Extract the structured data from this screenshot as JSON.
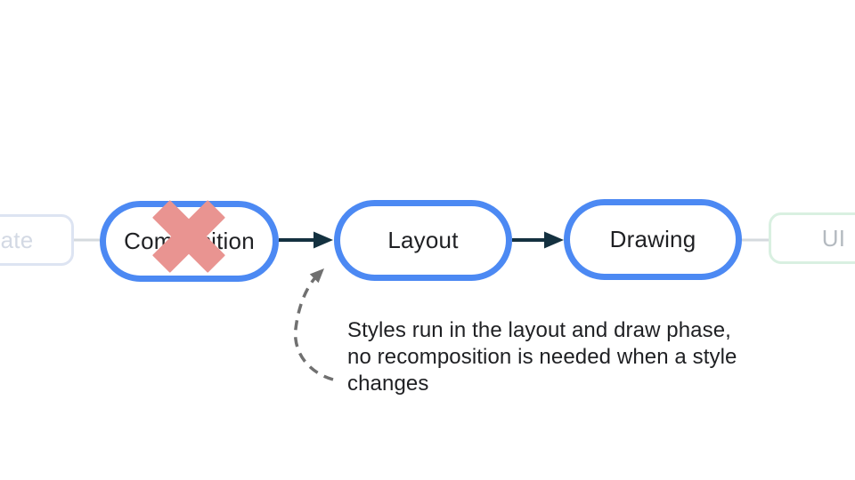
{
  "diagram": {
    "nodes": [
      {
        "id": "state",
        "label": "ate",
        "style": "muted-blue",
        "crossed_out": false
      },
      {
        "id": "composition",
        "label": "Composition",
        "style": "primary-pill",
        "crossed_out": true
      },
      {
        "id": "layout",
        "label": "Layout",
        "style": "primary-pill",
        "crossed_out": false
      },
      {
        "id": "drawing",
        "label": "Drawing",
        "style": "primary-pill",
        "crossed_out": false
      },
      {
        "id": "ui",
        "label": "UI",
        "style": "muted-green",
        "crossed_out": false
      }
    ],
    "annotation": {
      "lines": [
        "Styles run in the layout and draw phase,",
        "no recomposition is needed when a style",
        "changes"
      ]
    },
    "colors": {
      "accent_blue": "#4c89f3",
      "arrow_dark": "#143140",
      "connector_muted": "#d5dade",
      "state_border": "#dde4f2",
      "state_text": "#d3d9e4",
      "ui_border": "#d9f0e1",
      "ui_text": "#b4bac0",
      "cross_red": "#e99491",
      "dashed_gray": "#707070",
      "text_dark": "#1f2023"
    }
  }
}
